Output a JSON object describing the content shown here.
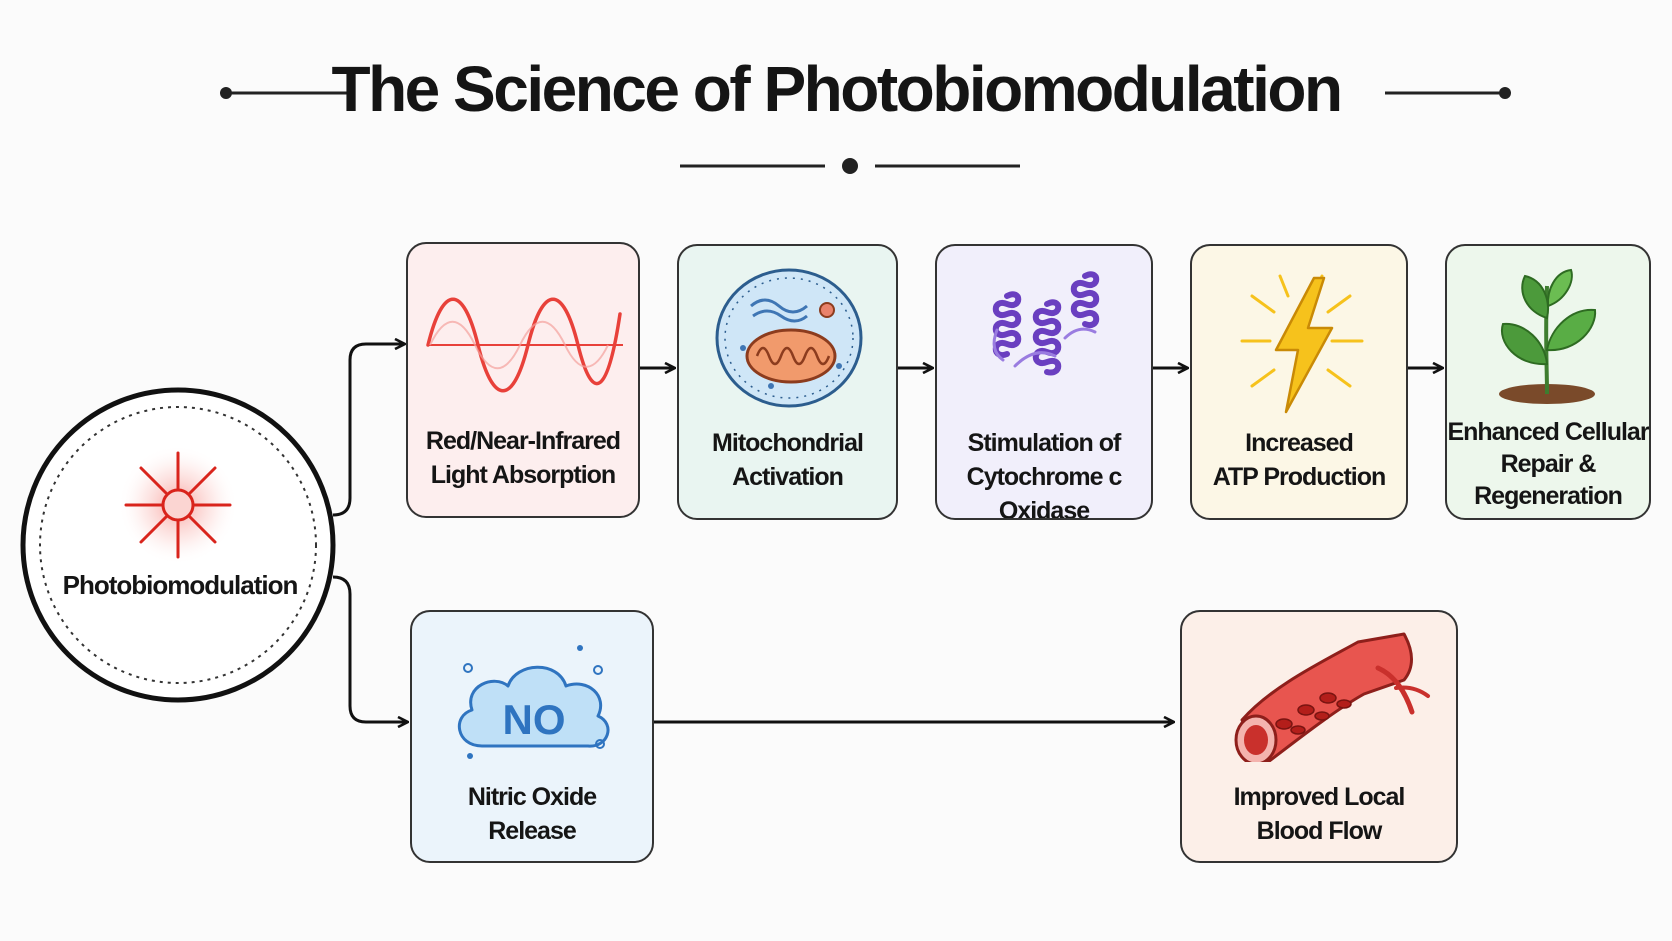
{
  "title": "The Science of Photobiomodulation",
  "center": {
    "label": "Photobiomodulation"
  },
  "steps": [
    {
      "label": "Red/Near-Infrared\nLight Absorption",
      "bg": "#fdeeee",
      "icon": "light-wave-icon"
    },
    {
      "label": "Mitochondrial\nActivation",
      "bg": "#e9f5f1",
      "icon": "mitochondrion-cell-icon"
    },
    {
      "label": "Stimulation of\nCytochrome c Oxidase",
      "bg": "#f1effb",
      "icon": "protein-helix-icon"
    },
    {
      "label": "Increased\nATP Production",
      "bg": "#fcf7e6",
      "icon": "lightning-bolt-icon"
    },
    {
      "label": "Enhanced Cellular\nRepair &\nRegeneration",
      "bg": "#edf7ec",
      "icon": "sprout-plant-icon"
    }
  ],
  "secondary": [
    {
      "label": "Nitric Oxide\nRelease",
      "bg": "#ebf4fb",
      "icon": "no-cloud-icon",
      "icon_text": "NO"
    },
    {
      "label": "Improved Local\nBlood Flow",
      "bg": "#fcefe8",
      "icon": "blood-vessel-icon"
    }
  ],
  "colors": {
    "accent_red": "#e8413a",
    "protein_purple": "#6a3fc0",
    "bolt_yellow": "#f6c21c",
    "leaf_green": "#4c9a3b",
    "no_blue": "#2f74c0",
    "vessel_red": "#c9302c"
  }
}
